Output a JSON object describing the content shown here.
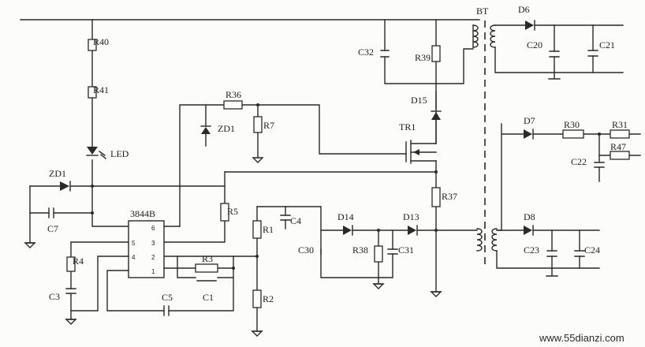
{
  "labels": {
    "BT": "BT",
    "D6": "D6",
    "C32": "C32",
    "C20": "C20",
    "C21": "C21",
    "R39": "R39",
    "R40": "R40",
    "R41": "R41",
    "D15": "D15",
    "R36": "R36",
    "ZD1a": "ZD1",
    "R7": "R7",
    "TR1": "TR1",
    "LED": "LED",
    "D7": "D7",
    "R30": "R30",
    "R31": "R31",
    "R47": "R47",
    "C22": "C22",
    "ZD1b": "ZD1",
    "R37": "R37",
    "C7": "C7",
    "IC": "3844B",
    "R5": "R5",
    "C4": "C4",
    "D14": "D14",
    "D13": "D13",
    "D8": "D8",
    "R1": "R1",
    "R4": "R4",
    "C30": "C30",
    "R38": "R38",
    "C31": "C31",
    "C23": "C23",
    "C24": "C24",
    "R3": "R3",
    "C1": "C1",
    "C3": "C3",
    "C5": "C5",
    "R2": "R2"
  },
  "ic_pins": {
    "p6": "6",
    "p5": "5",
    "p3": "3",
    "p4": "4",
    "p2": "2",
    "p1": "1"
  },
  "watermark": "www.55dianzi.com"
}
